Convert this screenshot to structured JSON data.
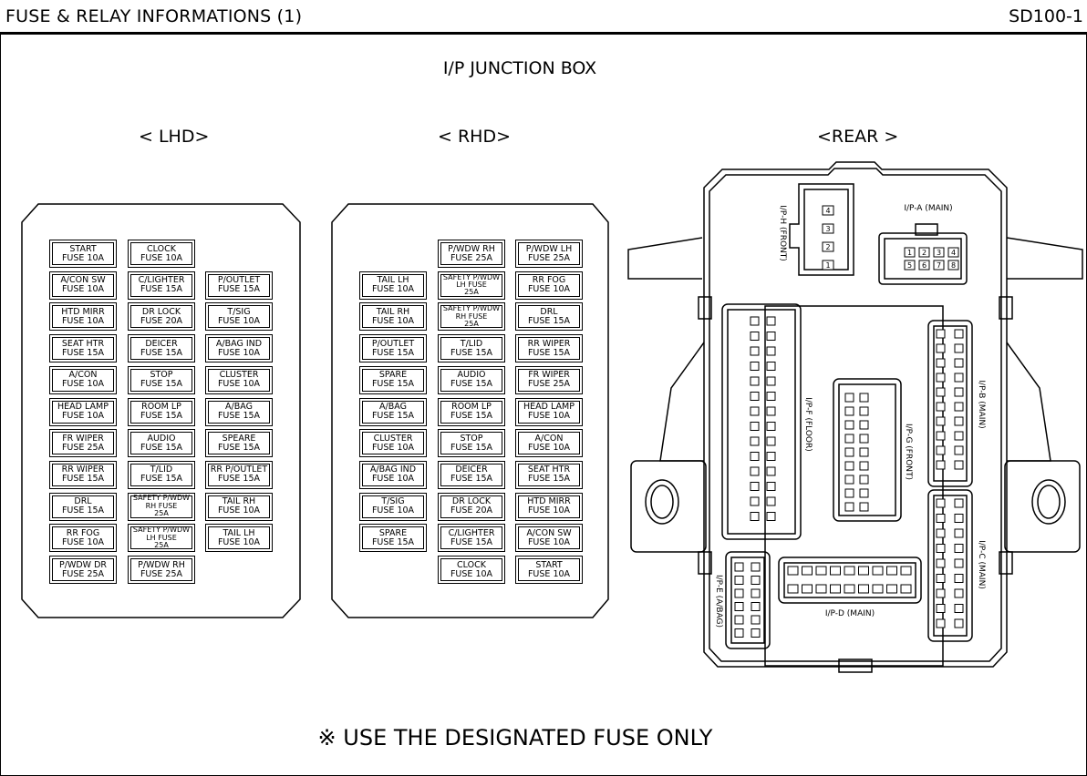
{
  "header": {
    "title": "FUSE & RELAY INFORMATIONS (1)",
    "code": "SD100-1"
  },
  "page_title": "I/P JUNCTION BOX",
  "sections": {
    "lhd": "< LHD>",
    "rhd": "< RHD>",
    "rear": "<REAR >"
  },
  "notice": "※ USE THE DESIGNATED FUSE ONLY",
  "lhd_fuses": [
    [
      "START\nFUSE 10A",
      "CLOCK\nFUSE 10A",
      ""
    ],
    [
      "A/CON SW\nFUSE 10A",
      "C/LIGHTER\nFUSE 15A",
      "P/OUTLET\nFUSE 15A"
    ],
    [
      "HTD MIRR\nFUSE 10A",
      "DR LOCK\nFUSE 20A",
      "T/SIG\nFUSE 10A"
    ],
    [
      "SEAT HTR\nFUSE 15A",
      "DEICER\nFUSE 15A",
      "A/BAG IND\nFUSE 10A"
    ],
    [
      "A/CON\nFUSE 10A",
      "STOP\nFUSE 15A",
      "CLUSTER\nFUSE 10A"
    ],
    [
      "HEAD LAMP\nFUSE 10A",
      "ROOM LP\nFUSE 15A",
      "A/BAG\nFUSE 15A"
    ],
    [
      "FR WIPER\nFUSE 25A",
      "AUDIO\nFUSE 15A",
      "SPEARE\nFUSE 15A"
    ],
    [
      "RR WIPER\nFUSE 15A",
      "T/LID\nFUSE 15A",
      "RR P/OUTLET\nFUSE 15A"
    ],
    [
      "DRL\nFUSE 15A",
      "SAFETY P/WDW\nRH FUSE\n25A",
      "TAIL RH\nFUSE 10A"
    ],
    [
      "RR FOG\nFUSE 10A",
      "SAFETY P/WDW\nLH FUSE\n25A",
      "TAIL LH\nFUSE 10A"
    ],
    [
      "P/WDW DR\nFUSE 25A",
      "P/WDW RH\nFUSE 25A",
      ""
    ]
  ],
  "rhd_fuses": [
    [
      "",
      "P/WDW RH\nFUSE 25A",
      "P/WDW LH\nFUSE 25A"
    ],
    [
      "TAIL LH\nFUSE 10A",
      "SAFETY P/WDW\nLH FUSE\n25A",
      "RR FOG\nFUSE 10A"
    ],
    [
      "TAIL RH\nFUSE 10A",
      "SAFETY P/WDW\nRH FUSE\n25A",
      "DRL\nFUSE 15A"
    ],
    [
      "P/OUTLET\nFUSE 15A",
      "T/LID\nFUSE 15A",
      "RR WIPER\nFUSE 15A"
    ],
    [
      "SPARE\nFUSE 15A",
      "AUDIO\nFUSE 15A",
      "FR WIPER\nFUSE 25A"
    ],
    [
      "A/BAG\nFUSE 15A",
      "ROOM LP\nFUSE 15A",
      "HEAD LAMP\nFUSE 10A"
    ],
    [
      "CLUSTER\nFUSE 10A",
      "STOP\nFUSE 15A",
      "A/CON\nFUSE 10A"
    ],
    [
      "A/BAG IND\nFUSE 10A",
      "DEICER\nFUSE 15A",
      "SEAT HTR\nFUSE 15A"
    ],
    [
      "T/SIG\nFUSE 10A",
      "DR LOCK\nFUSE 20A",
      "HTD MIRR\nFUSE 10A"
    ],
    [
      "SPARE\nFUSE 15A",
      "C/LIGHTER\nFUSE 15A",
      "A/CON SW\nFUSE 10A"
    ],
    [
      "",
      "CLOCK\nFUSE 10A",
      "START\nFUSE 10A"
    ]
  ],
  "connectors": {
    "ip_a": "I/P-A (MAIN)",
    "ip_b": "I/P-B (MAIN)",
    "ip_c": "I/P-C (MAIN)",
    "ip_d": "I/P-D (MAIN)",
    "ip_e": "I/P-E (A/BAG)",
    "ip_f": "I/P-F (FLOOR)",
    "ip_g": "I/P-G (FRONT)",
    "ip_h": "I/P-H (FRONT)"
  },
  "ip_a_pins": [
    "1",
    "2",
    "3",
    "4",
    "5",
    "6",
    "7",
    "8"
  ],
  "ip_h_pins": [
    "4",
    "3",
    "2",
    "1"
  ]
}
